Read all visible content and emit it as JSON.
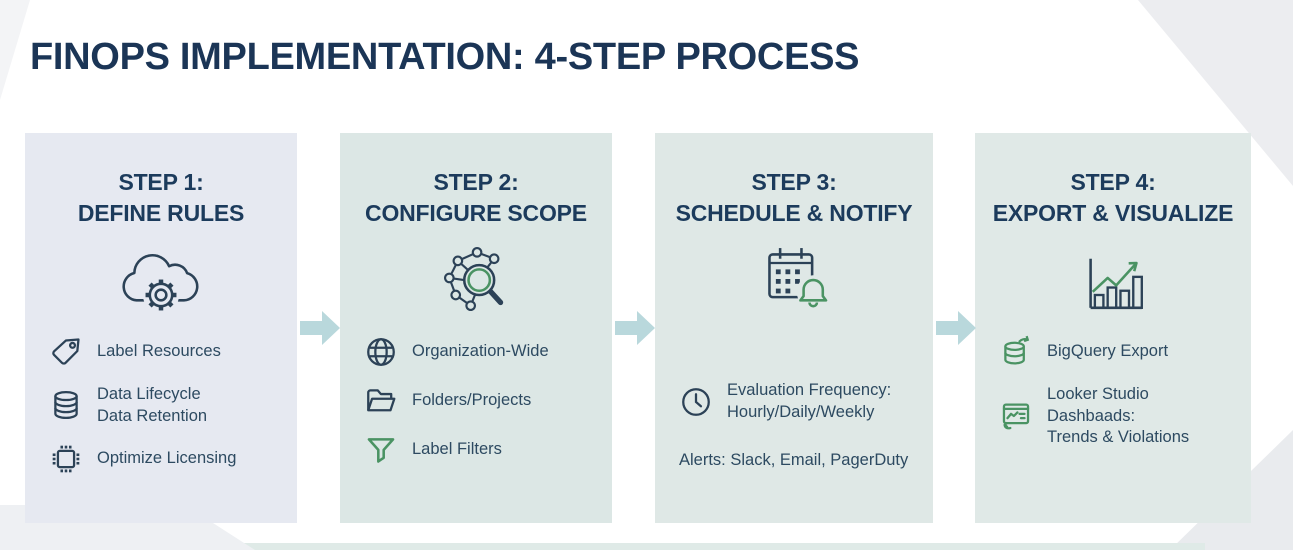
{
  "title": "FINOPS IMPLEMENTATION: 4-STEP PROCESS",
  "colors": {
    "title_text": "#1b3556",
    "heading_text": "#1c3b5c",
    "item_text": "#2d4a61",
    "icon_navy": "#2c4257",
    "icon_green": "#4a9363",
    "card1_bg": "#e6e9f1",
    "card2_bg": "#dce7e5",
    "card3_bg": "#dfe8e6",
    "card4_bg": "#e0e9e7",
    "flow_arrow": "#b9d8dc",
    "bg_shape_grey": "#ecedf0",
    "bottom_strip_teal": "#dfeae7"
  },
  "steps": [
    {
      "heading_line1": "STEP 1:",
      "heading_line2": "DEFINE RULES",
      "big_icon": "cloud-gear-icon",
      "items": [
        {
          "icon": "tag-icon",
          "lines": [
            "Label Resources"
          ]
        },
        {
          "icon": "database-icon",
          "lines": [
            "Data Lifecycle",
            "Data Retention"
          ]
        },
        {
          "icon": "chip-icon",
          "lines": [
            "Optimize Licensing"
          ]
        }
      ]
    },
    {
      "heading_line1": "STEP 2:",
      "heading_line2": "CONFIGURE SCOPE",
      "big_icon": "network-magnifier-icon",
      "items": [
        {
          "icon": "globe-icon",
          "lines": [
            "Organization-Wide"
          ]
        },
        {
          "icon": "folder-icon",
          "lines": [
            "Folders/Projects"
          ]
        },
        {
          "icon": "filter-icon",
          "lines": [
            "Label Filters"
          ]
        }
      ]
    },
    {
      "heading_line1": "STEP 3:",
      "heading_line2": "SCHEDULE & NOTIFY",
      "big_icon": "calendar-bell-icon",
      "items": [
        {
          "icon": "clock-icon",
          "lines": [
            "Evaluation Frequency:",
            "Hourly/Daily/Weekly"
          ]
        }
      ],
      "alerts": "Alerts: Slack, Email, PagerDuty"
    },
    {
      "heading_line1": "STEP 4:",
      "heading_line2": "EXPORT & VISUALIZE",
      "big_icon": "chart-growth-icon",
      "items": [
        {
          "icon": "bigquery-database-icon",
          "lines": [
            "BigQuery Export"
          ]
        },
        {
          "icon": "dashboard-icon",
          "lines": [
            "Looker Studio Dashbaads:",
            "Trends & Violations"
          ]
        }
      ]
    }
  ]
}
